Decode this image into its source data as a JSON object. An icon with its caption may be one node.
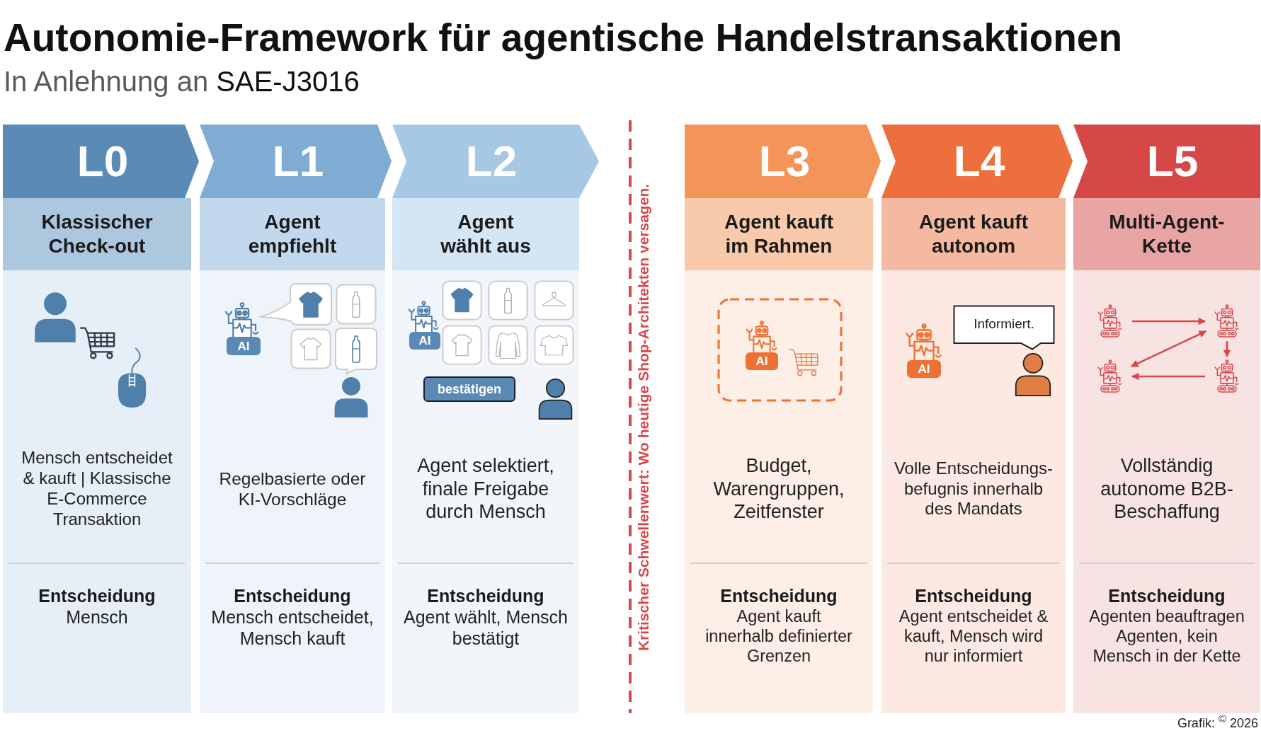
{
  "diagram": {
    "title": "Autonomie-Framework für agentische Handelstransaktionen",
    "nodes": [
      {
        "text": [
          "L0",
          "Klassischer Check-out",
          "Mensch entscheidet & kauft | Klassische E-Commerce Transaktion",
          "Entscheidung",
          "Mensch"
        ]
      },
      {
        "text": [
          "L1",
          "Agent empfiehlt",
          "Regelbasierte oder KI-Vorschläge",
          "Entscheidung",
          "Mensch entscheidet, Mensch kauft"
        ]
      },
      {
        "text": [
          "AI"
        ],
        "in": 1
      },
      {
        "text": [
          "L2",
          "Agent wählt aus",
          "Agent selektiert, finale Freigabe durch Mensch",
          "Entscheidung",
          "Agent wählt, Mensch bestätigt"
        ]
      },
      {
        "text": [
          "AI"
        ],
        "in": 3
      },
      {
        "text": [
          "bestätigen"
        ],
        "in": 3
      },
      {
        "text": [
          "L3",
          "Agent kauft im Rahmen",
          "Budget, Warengruppen, Zeitfenster",
          "Entscheidung",
          "Agent kauft innerhalb definierter Grenzen"
        ]
      },
      {
        "text": [
          "AI"
        ],
        "in": 6
      },
      {
        "text": [
          "L4",
          "Agent kauft autonom",
          "Volle Entscheidungs-befugnis innerhalb des Mandats",
          "Entscheidung",
          "Agent entscheidet & kauft, Mensch wird nur informiert"
        ]
      },
      {
        "text": [
          "AI"
        ],
        "in": 8
      },
      {
        "text": [
          "Informiert."
        ],
        "in": 8
      },
      {
        "text": [
          "L5",
          "Multi-Agent-Kette",
          "Vollständig autonome B2B-Beschaffung",
          "Entscheidung",
          "Agenten beauftragen Agenten, kein Mensch in der Kette"
        ]
      },
      {
        "text": [],
        "shape": "picture",
        "in": 11
      },
      {
        "text": [],
        "shape": "picture",
        "in": 11
      },
      {
        "text": [],
        "shape": "picture",
        "in": 11
      },
      {
        "text": [],
        "shape": "picture",
        "in": 11
      }
    ],
    "edges": [
      {
        "from": 12,
        "to": 13,
        "arrow": "to"
      },
      {
        "from": 14,
        "to": 13,
        "arrow": "both"
      },
      {
        "from": 13,
        "to": 15,
        "arrow": "to"
      },
      {
        "from": 15,
        "to": 14,
        "arrow": "to"
      }
    ],
    "labels": [
      "In Anlehnung an SAE-J3016",
      "Kritischer Schwellenwert: Wo heutige Shop-Architekten versagen.",
      "Grafik: $^{©}$ 2026"
    ]
  }
}
